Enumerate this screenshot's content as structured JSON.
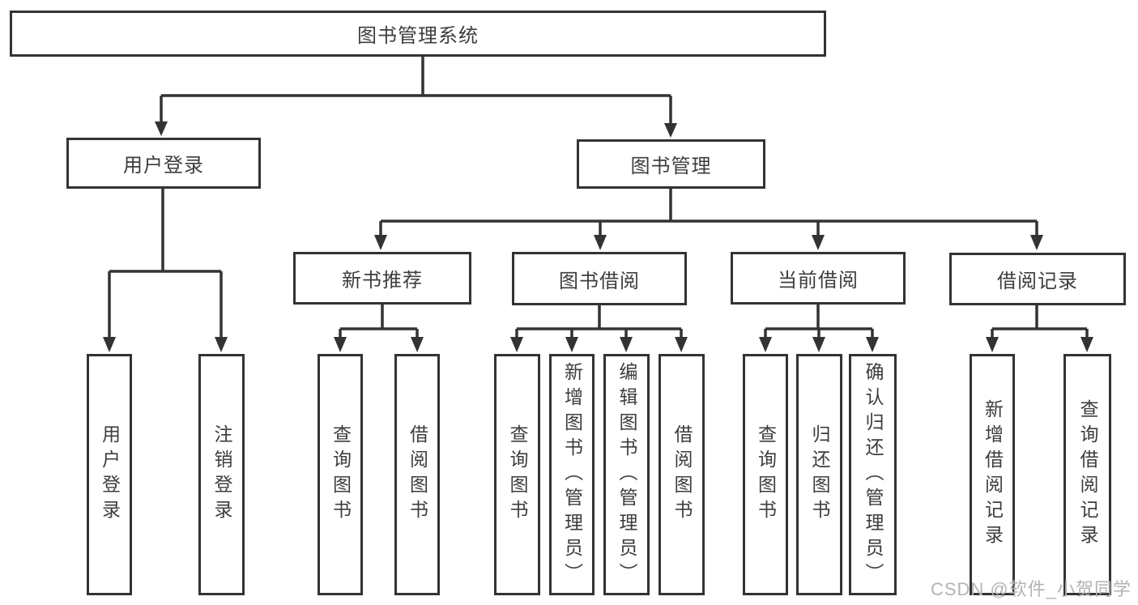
{
  "colors": {
    "line": "#333333",
    "text": "#3d3d3d",
    "box_background": "#ffffff",
    "watermark": "#b3b3b3"
  },
  "watermark": "CSDN @软件_小贺同学",
  "tree": {
    "root": {
      "label": "图书管理系统"
    },
    "branches": [
      {
        "label": "用户登录",
        "leaves": [
          {
            "label": "用户登录"
          },
          {
            "label": "注销登录"
          }
        ]
      },
      {
        "label": "图书管理",
        "groups": [
          {
            "label": "新书推荐",
            "leaves": [
              {
                "label": "查询图书"
              },
              {
                "label": "借阅图书"
              }
            ]
          },
          {
            "label": "图书借阅",
            "leaves": [
              {
                "label": "查询图书"
              },
              {
                "label": "新增图书（管理员）"
              },
              {
                "label": "编辑图书（管理员）"
              },
              {
                "label": "借阅图书"
              }
            ]
          },
          {
            "label": "当前借阅",
            "leaves": [
              {
                "label": "查询图书"
              },
              {
                "label": "归还图书"
              },
              {
                "label": "确认归还（管理员）"
              }
            ]
          },
          {
            "label": "借阅记录",
            "leaves": [
              {
                "label": "新增借阅记录"
              },
              {
                "label": "查询借阅记录"
              }
            ]
          }
        ]
      }
    ]
  },
  "chart_data": {
    "type": "table",
    "title": "图书管理系统 功能结构图",
    "hierarchy": [
      "图书管理系统 > 用户登录 > 用户登录",
      "图书管理系统 > 用户登录 > 注销登录",
      "图书管理系统 > 图书管理 > 新书推荐 > 查询图书",
      "图书管理系统 > 图书管理 > 新书推荐 > 借阅图书",
      "图书管理系统 > 图书管理 > 图书借阅 > 查询图书",
      "图书管理系统 > 图书管理 > 图书借阅 > 新增图书（管理员）",
      "图书管理系统 > 图书管理 > 图书借阅 > 编辑图书（管理员）",
      "图书管理系统 > 图书管理 > 图书借阅 > 借阅图书",
      "图书管理系统 > 图书管理 > 当前借阅 > 查询图书",
      "图书管理系统 > 图书管理 > 当前借阅 > 归还图书",
      "图书管理系统 > 图书管理 > 当前借阅 > 确认归还（管理员）",
      "图书管理系统 > 图书管理 > 借阅记录 > 新增借阅记录",
      "图书管理系统 > 图书管理 > 借阅记录 > 查询借阅记录"
    ]
  }
}
